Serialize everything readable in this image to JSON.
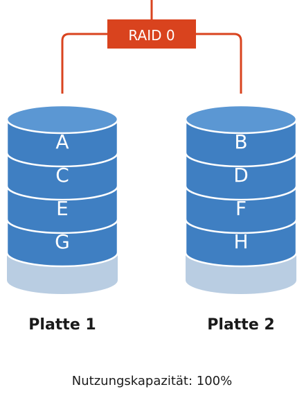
{
  "raid_label": "RAID 0",
  "disks": [
    {
      "name": "Platte 1",
      "blocks": [
        "A",
        "C",
        "E",
        "G"
      ]
    },
    {
      "name": "Platte 2",
      "blocks": [
        "B",
        "D",
        "F",
        "H"
      ]
    }
  ],
  "capacity_text": "Nutzungskapazität: 100%",
  "colors": {
    "connector": "#d9431e",
    "raid_box": "#d9431e",
    "raid_text": "#ffffff",
    "disk_fill": "#3f7fc2",
    "disk_top": "#5b97d3",
    "disk_outline": "#ffffff",
    "disk_empty": "#b9cde2",
    "block_text": "#ffffff"
  }
}
